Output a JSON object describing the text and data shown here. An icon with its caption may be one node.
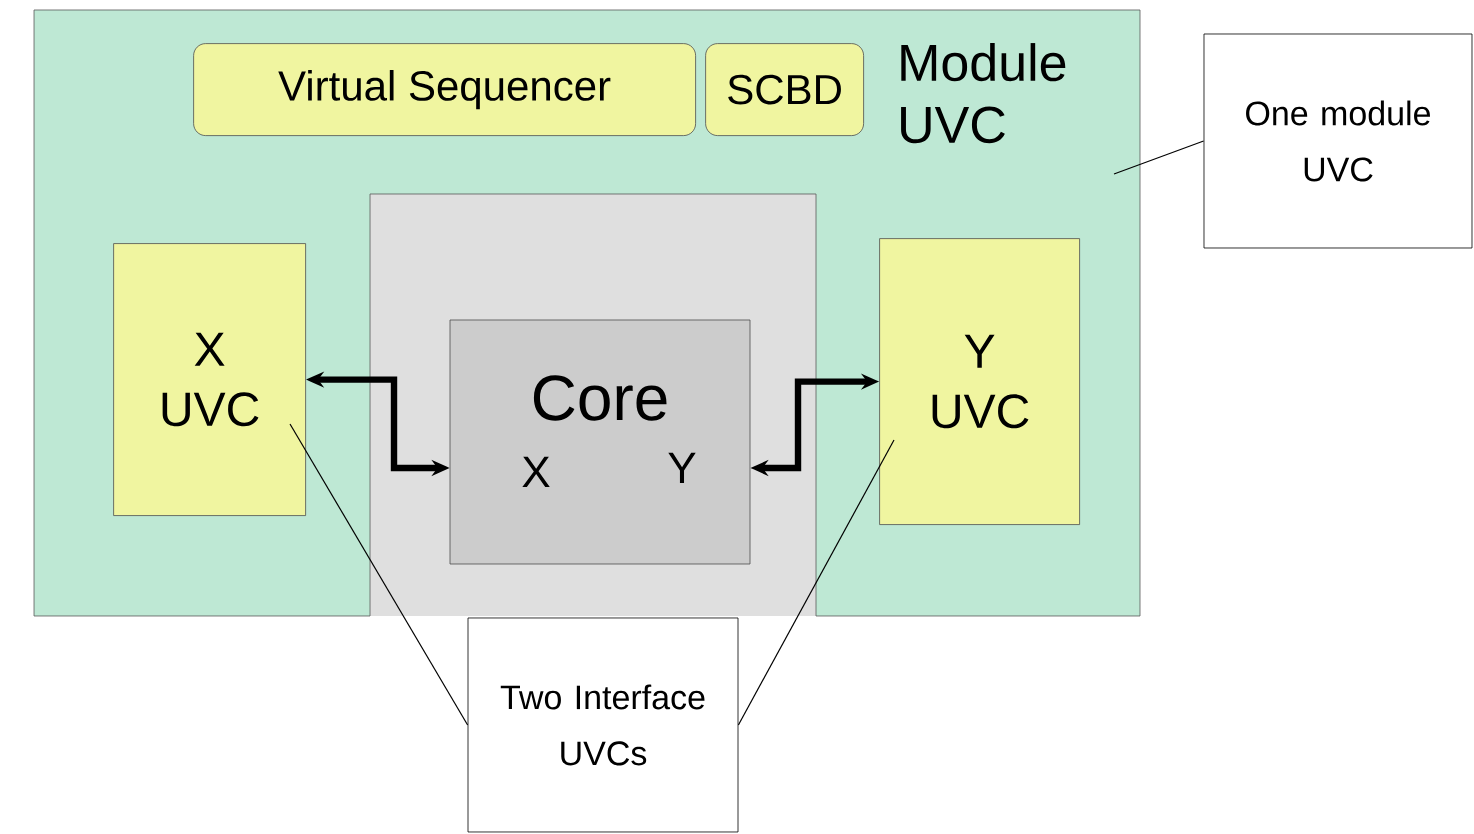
{
  "diagram": {
    "nodes": [
      {
        "text": [
          "Module UVC"
        ]
      },
      {
        "text": [
          "Virtual Sequencer"
        ],
        "in": 0
      },
      {
        "text": [
          "SCBD"
        ],
        "in": 0
      },
      {
        "text": [
          "X UVC"
        ],
        "in": 0
      },
      {
        "text": [
          "Y UVC"
        ],
        "in": 0
      },
      {
        "text": [
          "Core",
          "X",
          "Y"
        ]
      },
      {
        "text": [
          "One module UVC"
        ]
      },
      {
        "text": [
          "Two Interface UVCs"
        ]
      }
    ],
    "edges": [
      {
        "from": 3,
        "to": 5,
        "arrow": "both",
        "style": "thick"
      },
      {
        "from": 4,
        "to": 5,
        "arrow": "both",
        "style": "thick"
      },
      {
        "from": 6,
        "to": 0,
        "arrow": "none"
      },
      {
        "from": 7,
        "to": 3,
        "arrow": "none"
      },
      {
        "from": 7,
        "to": 4,
        "arrow": "none"
      }
    ]
  }
}
